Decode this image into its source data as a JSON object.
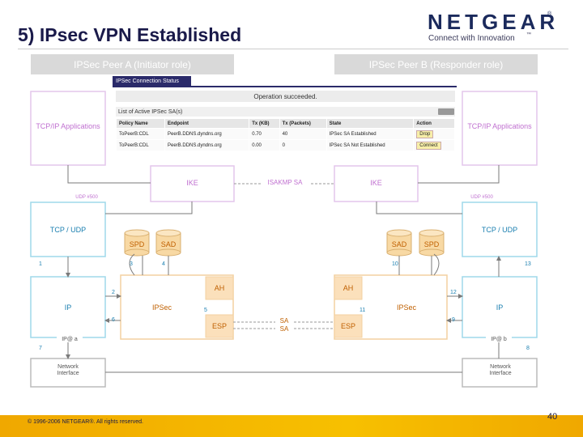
{
  "slide": {
    "title": "5) IPsec VPN Established",
    "logo_word": "NETGEAR",
    "logo_reg": "®",
    "logo_tag": "Connect with Innovation",
    "logo_tm": "™",
    "page_number": "40",
    "footer": "© 1996-2006 NETGEAR®. All rights reserved."
  },
  "peers": {
    "a": "IPSec Peer A (Initiator role)",
    "b": "IPSec Peer B (Responder role)"
  },
  "status_panel": {
    "tab": "IPSec Connection Status",
    "message": "Operation succeeded.",
    "sub_header": "List of Active IPSec SA(s)",
    "columns": [
      "Policy Name",
      "Endpoint",
      "Tx (KB)",
      "Tx (Packets)",
      "State",
      "Action"
    ],
    "rows": [
      [
        "ToPeerB:CDL",
        "PeerB.DDNS.dyndns.org",
        "0.70",
        "40",
        "IPSec SA Established",
        "Drop"
      ],
      [
        "ToPeerB:CDL",
        "PeerB.DDNS.dyndns.org",
        "0.00",
        "0",
        "IPSec SA Not Established",
        "Connect"
      ]
    ]
  },
  "diagram": {
    "tcpip_left": "TCP/IP Applications",
    "tcpip_right": "TCP/IP Applications",
    "ike_left": "IKE",
    "ike_right": "IKE",
    "isakmp": "ISAKMP SA",
    "udp_left": "UDP #500",
    "udp_right": "UDP #500",
    "tcpudp_left": "TCP / UDP",
    "tcpudp_right": "TCP / UDP",
    "spd": "SPD",
    "sad": "SAD",
    "ah": "AH",
    "esp": "ESP",
    "ip": "IP",
    "ipsec": "IPSec",
    "sa": "SA",
    "ip_a": "IP@ a",
    "ip_b": "IP@ b",
    "net_iface": "Network Interface",
    "step_numbers": [
      "1",
      "2",
      "3",
      "4",
      "5",
      "6",
      "7",
      "8",
      "9",
      "10",
      "11",
      "12",
      "13"
    ]
  },
  "colors": {
    "accent_blue": "#9fd8ea",
    "accent_pink": "#e3c6ec",
    "accent_orange": "#f3d1a0",
    "spd_sad_fill": "#f8d9a4",
    "ah_esp_fill": "#fbe0bb",
    "text_navy": "#1a1a4a",
    "footer_gold": "#f0b000"
  }
}
